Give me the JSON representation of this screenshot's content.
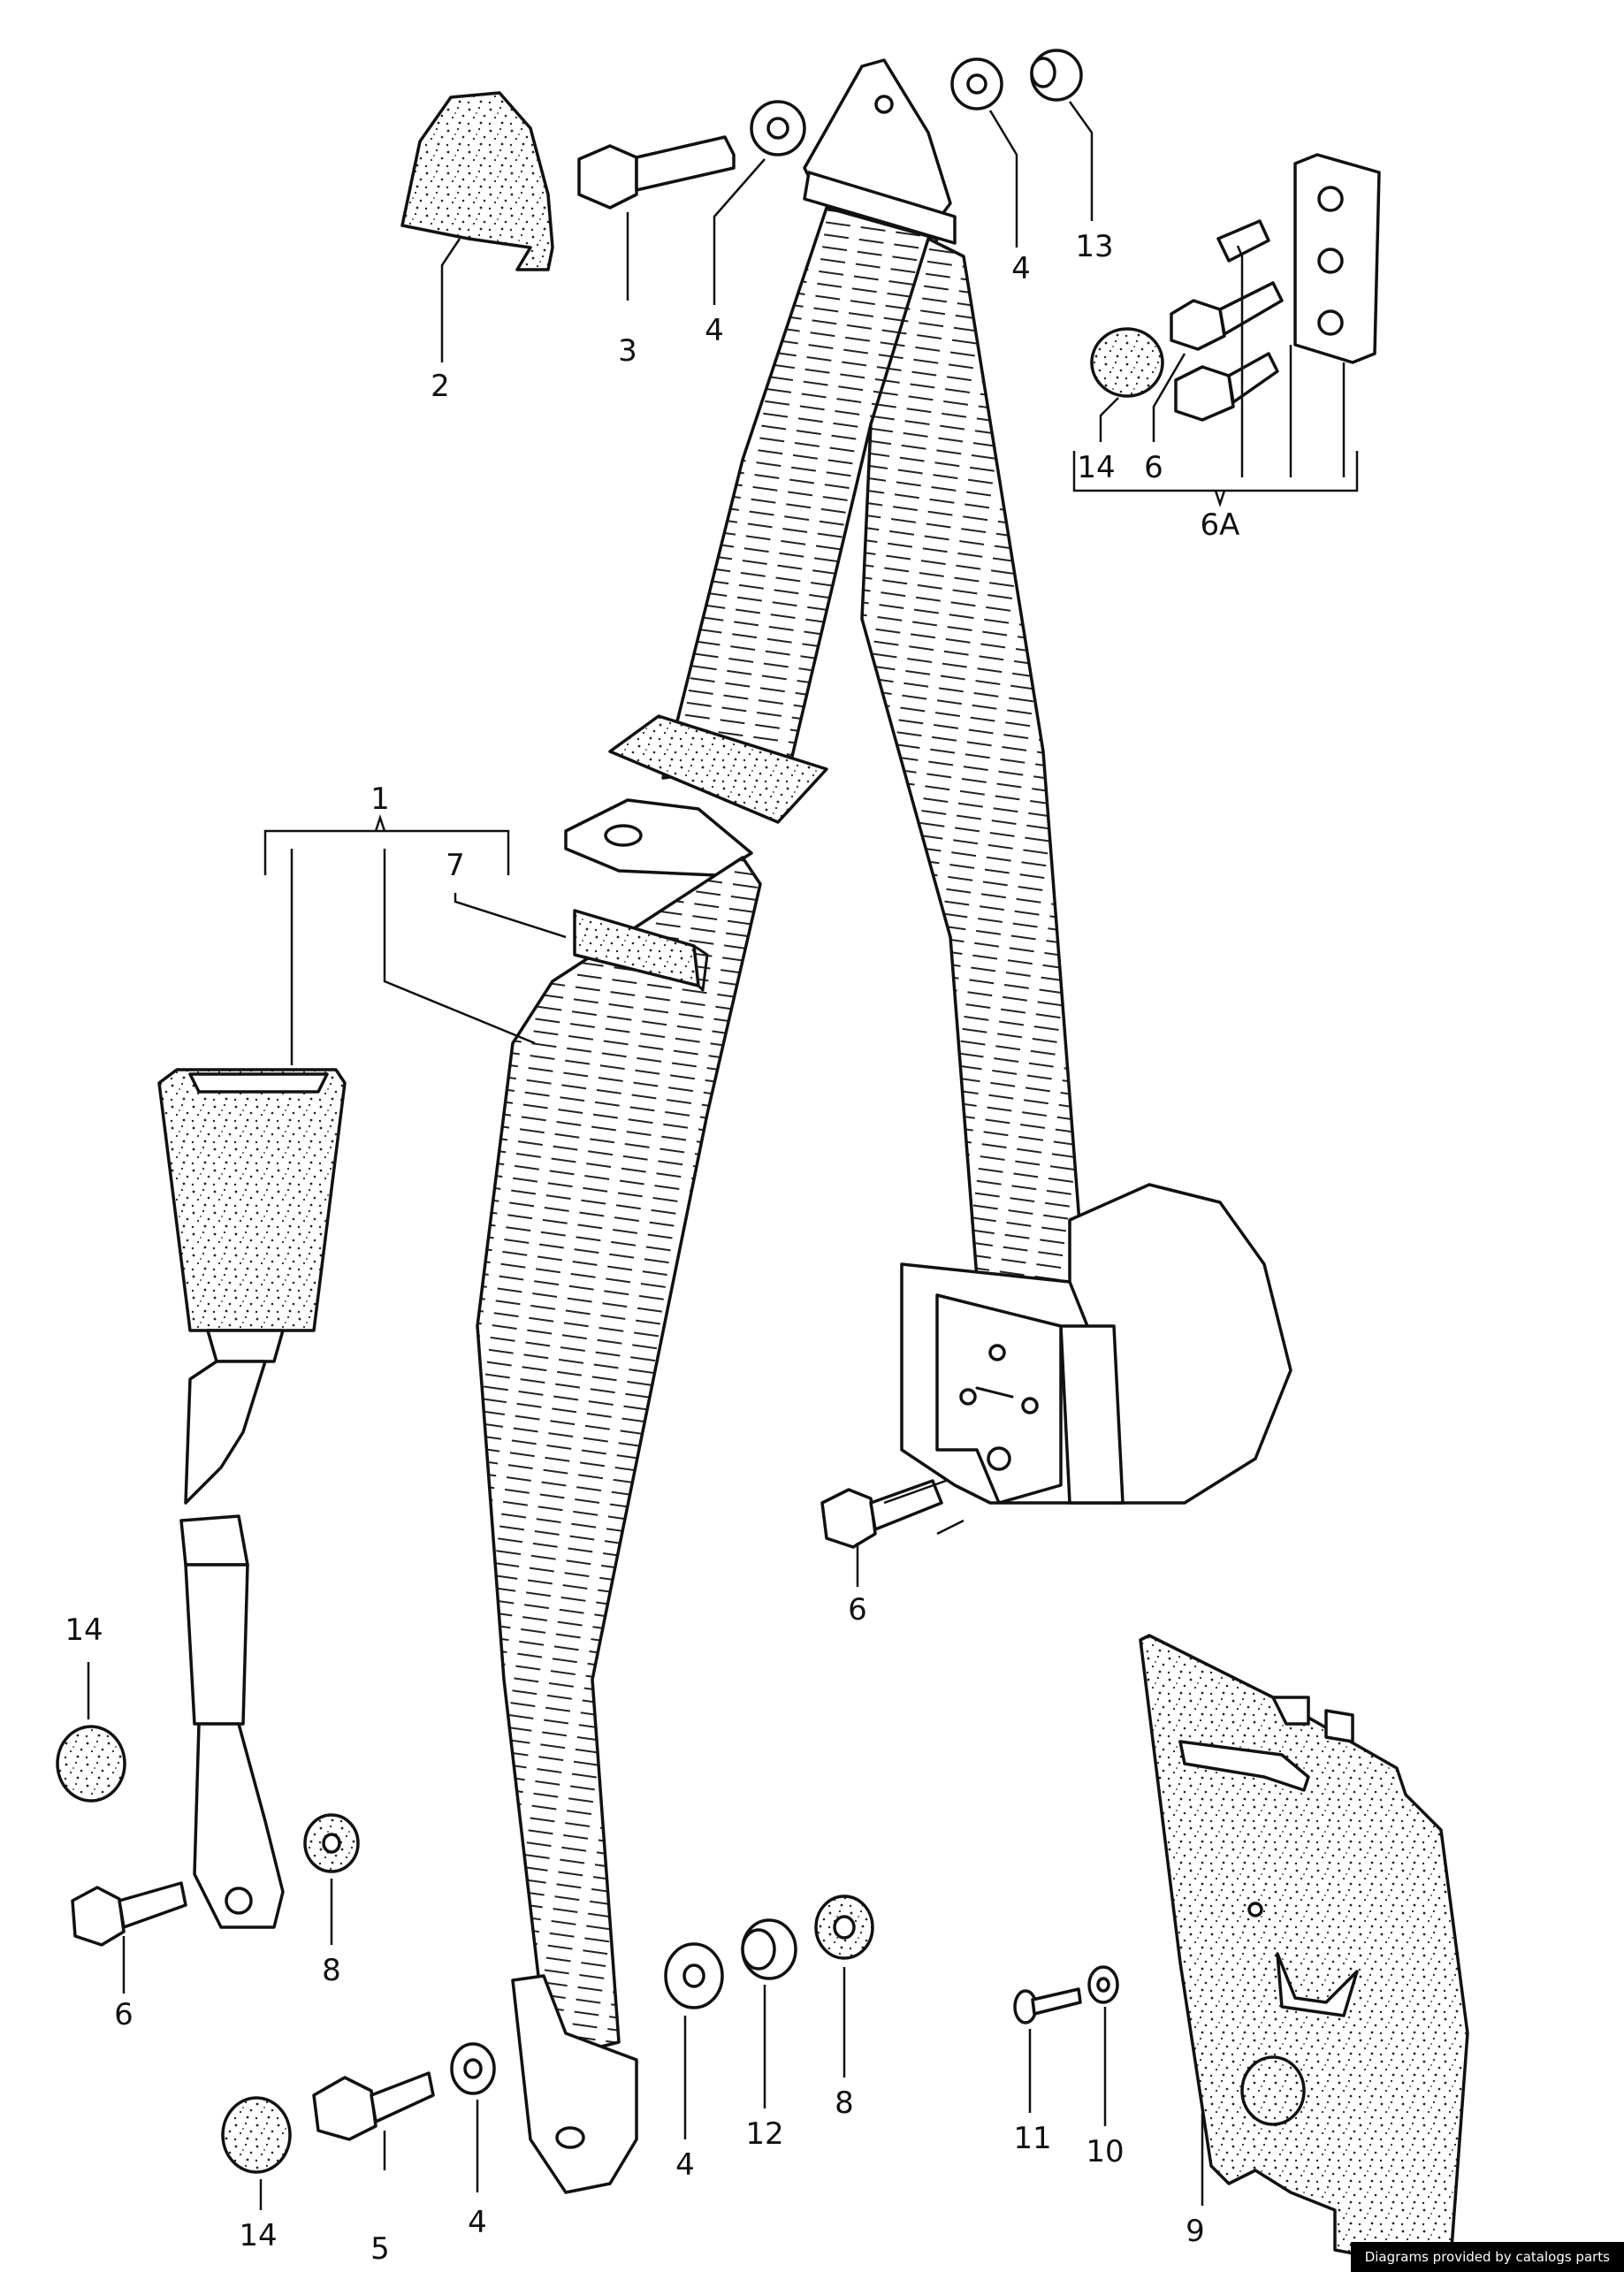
{
  "callouts": [
    {
      "id": "c1",
      "label": "1"
    },
    {
      "id": "c2",
      "label": "2"
    },
    {
      "id": "c3",
      "label": "3"
    },
    {
      "id": "c4a",
      "label": "4"
    },
    {
      "id": "c4b",
      "label": "4"
    },
    {
      "id": "c4c",
      "label": "4"
    },
    {
      "id": "c4d",
      "label": "4"
    },
    {
      "id": "c5",
      "label": "5"
    },
    {
      "id": "c6a",
      "label": "6"
    },
    {
      "id": "c6b",
      "label": "6"
    },
    {
      "id": "c6c",
      "label": "6"
    },
    {
      "id": "c6A",
      "label": "6A"
    },
    {
      "id": "c7",
      "label": "7"
    },
    {
      "id": "c8a",
      "label": "8"
    },
    {
      "id": "c8b",
      "label": "8"
    },
    {
      "id": "c9",
      "label": "9"
    },
    {
      "id": "c10",
      "label": "10"
    },
    {
      "id": "c11",
      "label": "11"
    },
    {
      "id": "c12",
      "label": "12"
    },
    {
      "id": "c13",
      "label": "13"
    },
    {
      "id": "c14a",
      "label": "14"
    },
    {
      "id": "c14b",
      "label": "14"
    },
    {
      "id": "c14c",
      "label": "14"
    }
  ],
  "footer": {
    "credit": "Diagrams provided by catalogs parts"
  }
}
